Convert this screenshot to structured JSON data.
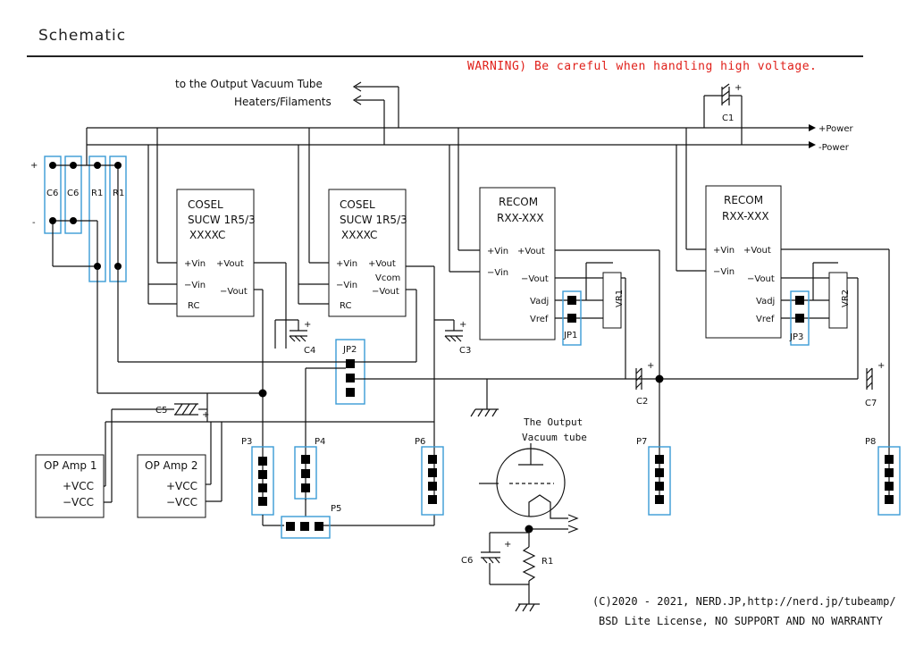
{
  "title": "Schematic",
  "warning": "WARNING) Be careful when handling high voltage.",
  "footer": {
    "copyright": "(C)2020 - 2021, NERD.JP,http://nerd.jp/tubeamp/",
    "license": "BSD Lite License, NO SUPPORT AND NO WARRANTY"
  },
  "heater_note": {
    "line1": "to the Output Vacuum Tube",
    "line2": "Heaters/Filaments"
  },
  "rails": {
    "pos": "+Power",
    "neg": "-Power"
  },
  "input": {
    "plus": "+",
    "minus": "-",
    "parts": [
      "C6",
      "C6",
      "R1",
      "R1"
    ]
  },
  "modules": [
    {
      "maker": "COSEL",
      "model": "SUCW 1R5/3",
      "suffix": "XXXXC",
      "pins_left": [
        "+Vin",
        "−Vin",
        "RC"
      ],
      "pins_right": [
        "+Vout",
        "−Vout"
      ]
    },
    {
      "maker": "COSEL",
      "model": "SUCW 1R5/3",
      "suffix": "XXXXC",
      "pins_left": [
        "+Vin",
        "−Vin",
        "RC"
      ],
      "pins_right": [
        "+Vout",
        "Vcom",
        "−Vout"
      ]
    },
    {
      "maker": "RECOM",
      "model": "RXX-XXX",
      "pins_left": [
        "+Vin",
        "−Vin"
      ],
      "pins_right": [
        "+Vout",
        "−Vout",
        "Vadj",
        "Vref"
      ]
    },
    {
      "maker": "RECOM",
      "model": "RXX-XXX",
      "pins_left": [
        "+Vin",
        "−Vin"
      ],
      "pins_right": [
        "+Vout",
        "−Vout",
        "Vadj",
        "Vref"
      ]
    }
  ],
  "opamps": [
    {
      "name": "OP Amp 1",
      "pos": "+VCC",
      "neg": "−VCC"
    },
    {
      "name": "OP Amp 2",
      "pos": "+VCC",
      "neg": "−VCC"
    }
  ],
  "labels": {
    "c1": "C1",
    "c2": "C2",
    "c3": "C3",
    "c4": "C4",
    "c5": "C5",
    "c6": "C6",
    "c7": "C7",
    "r1": "R1",
    "vr1": "VR1",
    "vr2": "VR2",
    "jp1": "JP1",
    "jp2": "JP2",
    "jp3": "JP3",
    "p3": "P3",
    "p4": "P4",
    "p5": "P5",
    "p6": "P6",
    "p7": "P7",
    "p8": "P8",
    "plus": "+"
  },
  "tube": {
    "line1": "The Output",
    "line2": "Vacuum tube"
  }
}
